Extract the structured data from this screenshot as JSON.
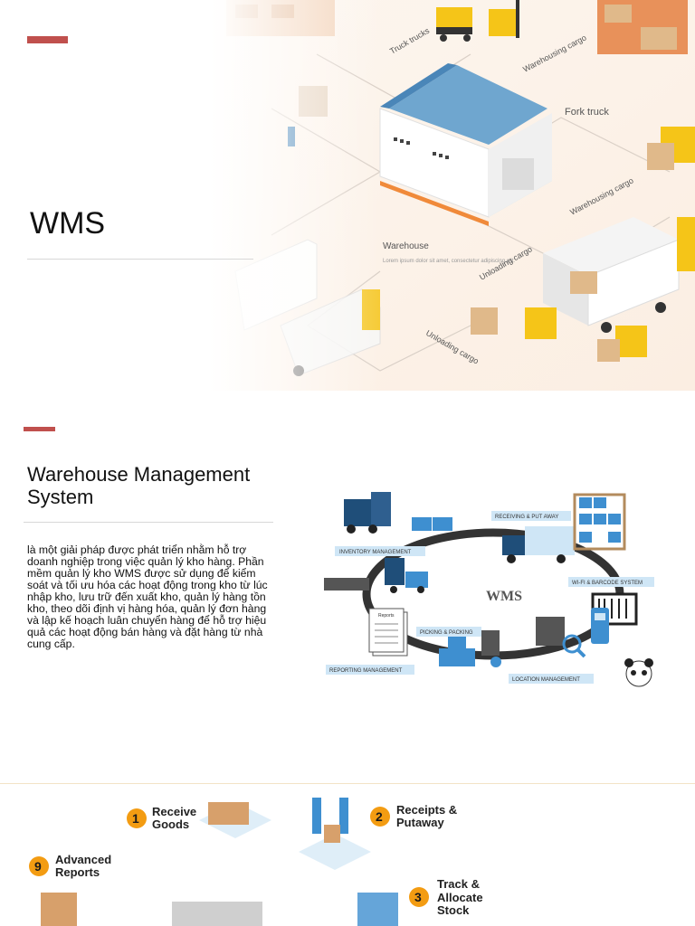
{
  "slide1": {
    "title": "WMS",
    "art_labels": {
      "truck_truck": "Truck trucks",
      "warehousing_cargo_top": "Warehousing cargo",
      "fork_truck": "Fork truck",
      "warehousing_cargo_right": "Warehousing cargo",
      "warehouse": "Warehouse",
      "warehouse_desc": "Lorem ipsum dolor sit amet, consectetur adipiscing elit.",
      "unloading_cargo": "Unloading cargo",
      "unloading_cargo_bottom": "Unloading cargo"
    }
  },
  "slide2": {
    "title": "Warehouse Management System",
    "body": "là một giải pháp được phát triển nhằm hỗ trợ doanh nghiệp trong việc quản lý kho hàng. Phần mềm quản lý kho WMS được sử dụng để kiểm soát và tối ưu hóa các hoạt động trong kho từ lúc nhập kho, lưu trữ đến xuất kho, quản lý hàng tồn kho, theo dõi định vị hàng hóa, quản lý đơn hàng và lập kế hoạch luân chuyển hàng để hỗ trợ hiệu quả các hoạt động bán hàng và đặt hàng từ nhà cung cấp.",
    "diagram": {
      "center": "WMS",
      "receiving": "RECEIVING & PUT AWAY",
      "inventory": "INVENTORY MANAGEMENT",
      "wifi": "WI-FI & BARCODE SYSTEM",
      "picking": "PICKING & PACKING",
      "reporting": "REPORTING MANAGEMENT",
      "location": "LOCATION MANAGEMENT",
      "reports_doc": "Reports"
    }
  },
  "slide3": {
    "steps": [
      {
        "num": "1",
        "label": "Receive Goods"
      },
      {
        "num": "2",
        "label": "Receipts & Putaway"
      },
      {
        "num": "9",
        "label": "Advanced Reports"
      },
      {
        "num": "3",
        "label": "Track & Allocate Stock"
      }
    ]
  },
  "colors": {
    "accent": "#c0504d",
    "diagram_blue": "#3e8fd0",
    "label_blue": "#cfe6f6",
    "step_orange": "#f39c12"
  }
}
